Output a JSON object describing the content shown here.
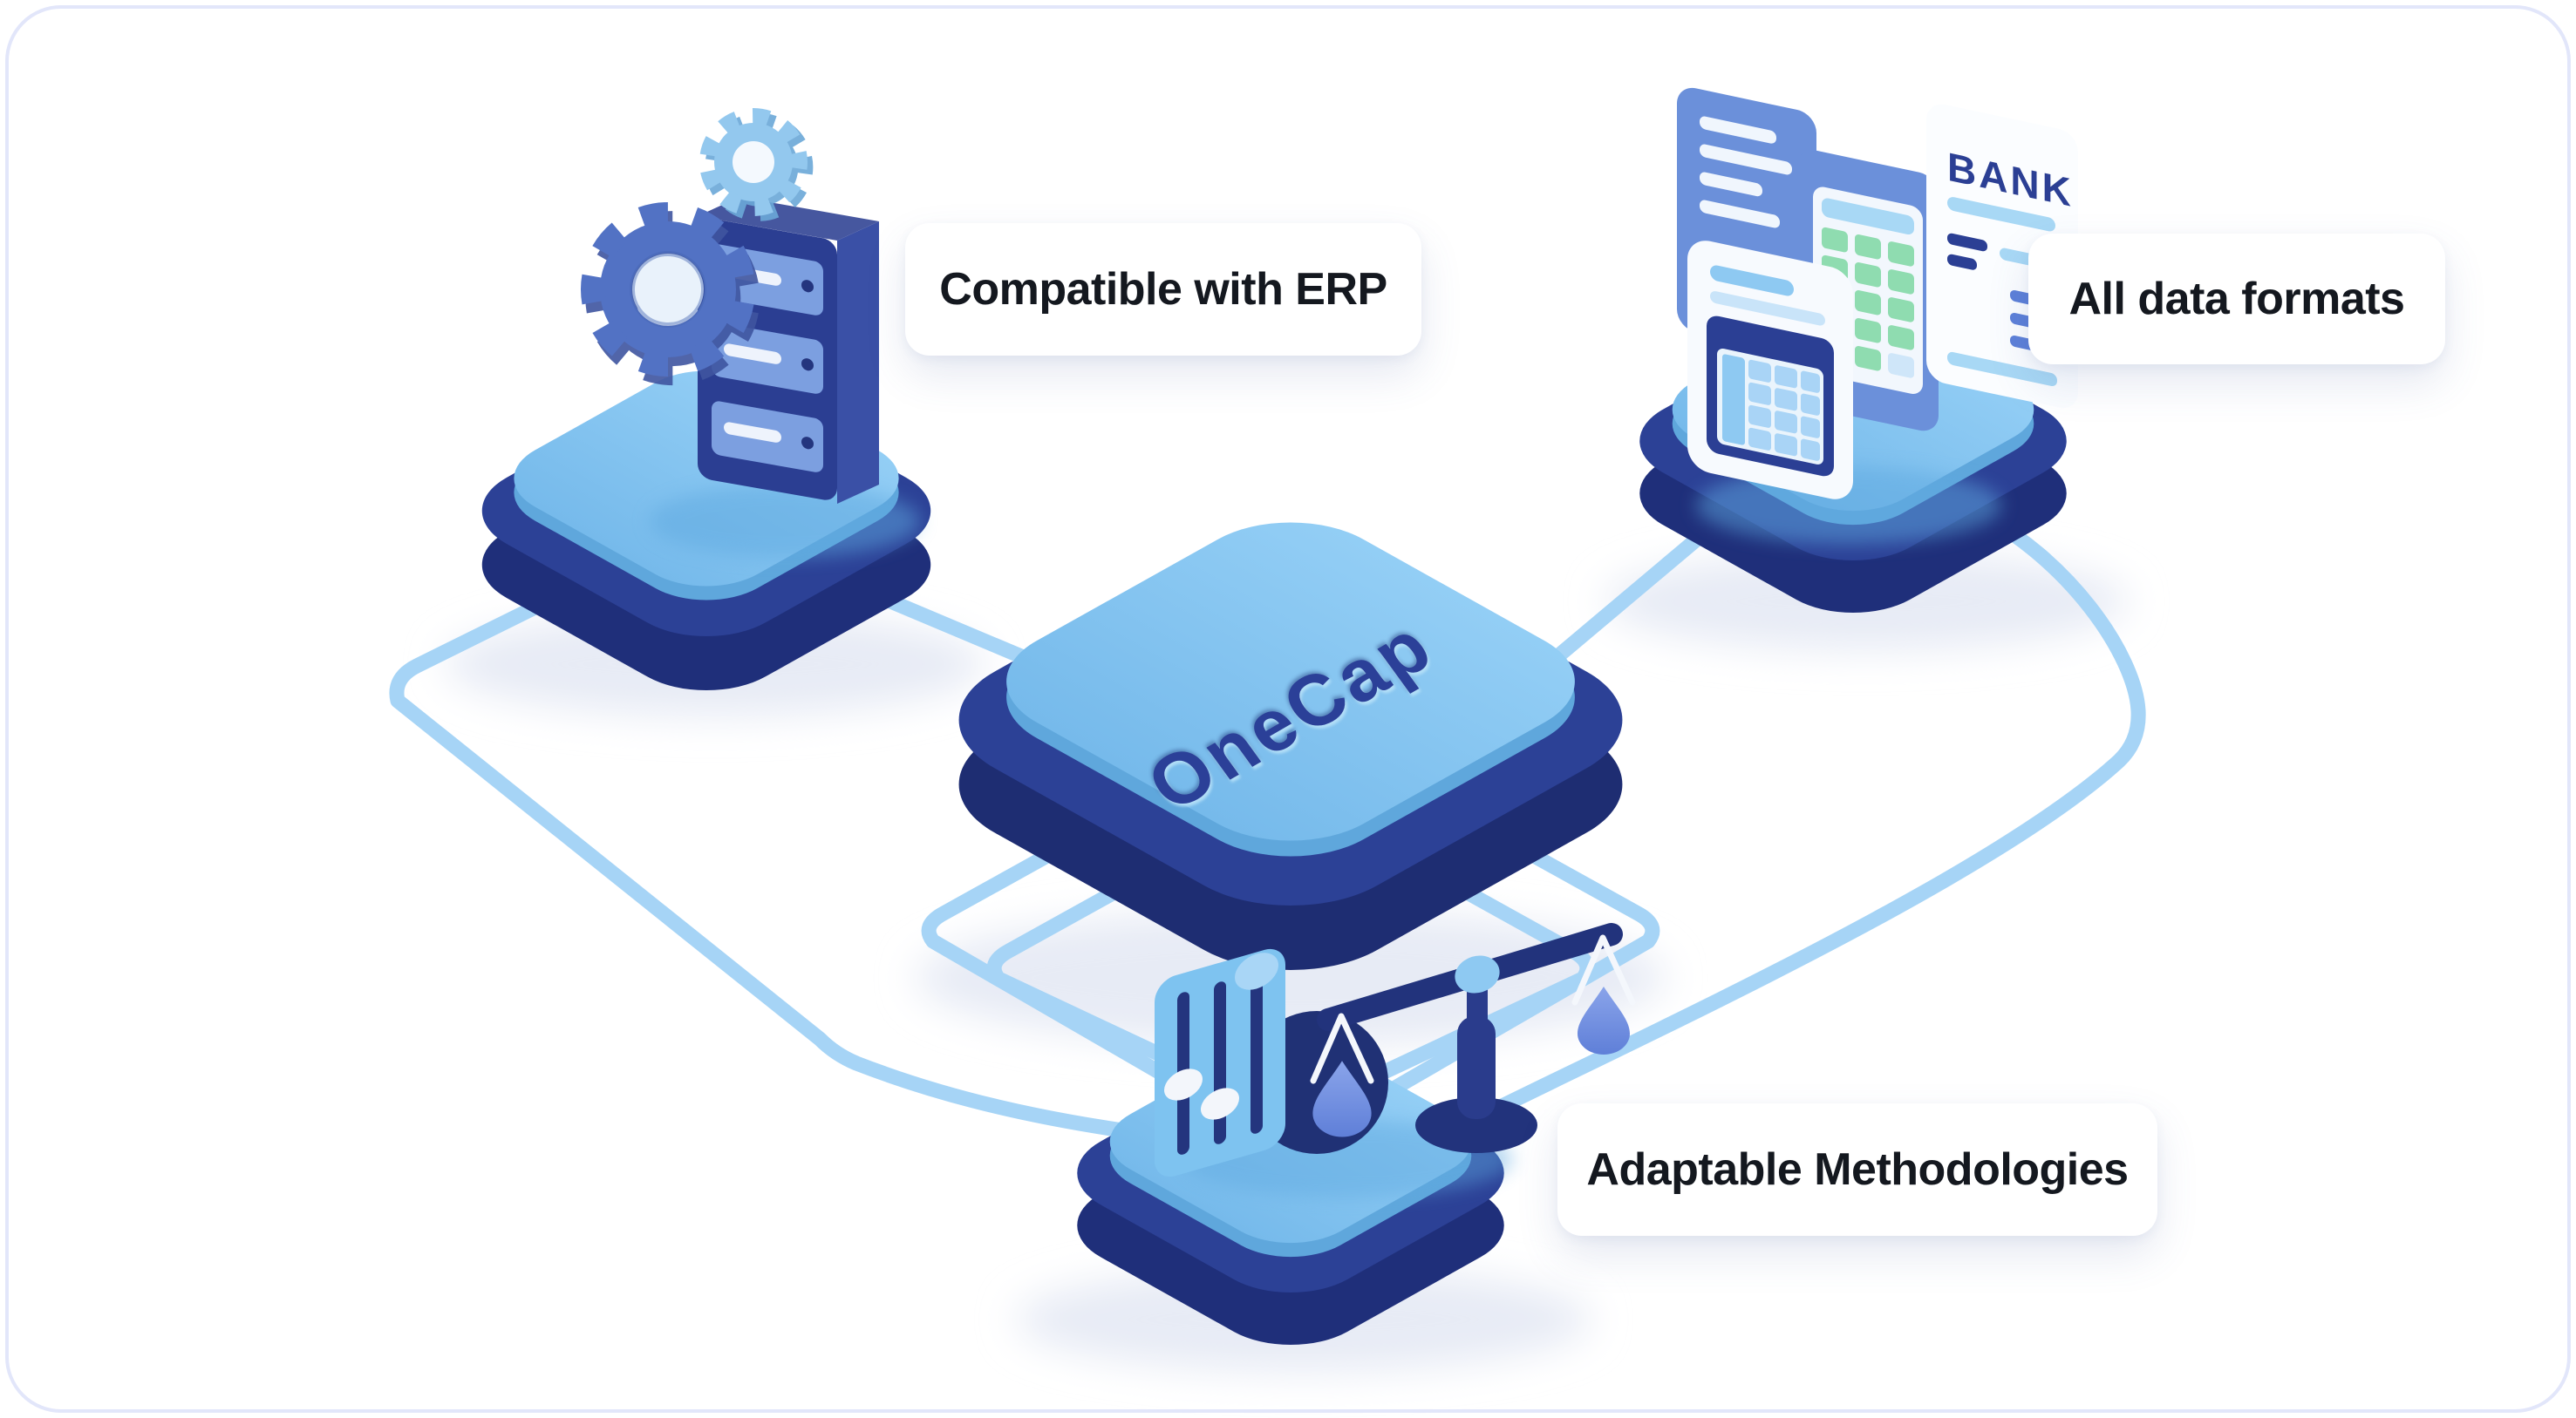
{
  "title": "OneCap integration diagram",
  "center_platform": {
    "label": "OneCap"
  },
  "nodes": [
    {
      "id": "erp",
      "position": "top-left",
      "label": "Compatible with ERP",
      "icon": "server-gears-icon"
    },
    {
      "id": "data_formats",
      "position": "top-right",
      "label": "All data formats",
      "icon": "documents-icon",
      "bank_text": "BANK"
    },
    {
      "id": "methodologies",
      "position": "bottom",
      "label": "Adaptable Methodologies",
      "icon": "sliders-scale-icon"
    }
  ],
  "colors": {
    "background": "#ffffff",
    "frame_border": "#e2e6fa",
    "wire": "#a6d4f6",
    "platform_face_light": "#93cef5",
    "platform_face_dark": "#76baeb",
    "platform_lip": "#5fa7dc",
    "platform_base": "#2c4196",
    "platform_base_shadow": "#1f2f7a",
    "navy": "#2b3f94",
    "medium_blue": "#5d80d8",
    "light_blue": "#7ec3f0",
    "green_cell": "#8fdcb0",
    "label_text": "#14181f",
    "onecap_text": "#2b4098"
  }
}
